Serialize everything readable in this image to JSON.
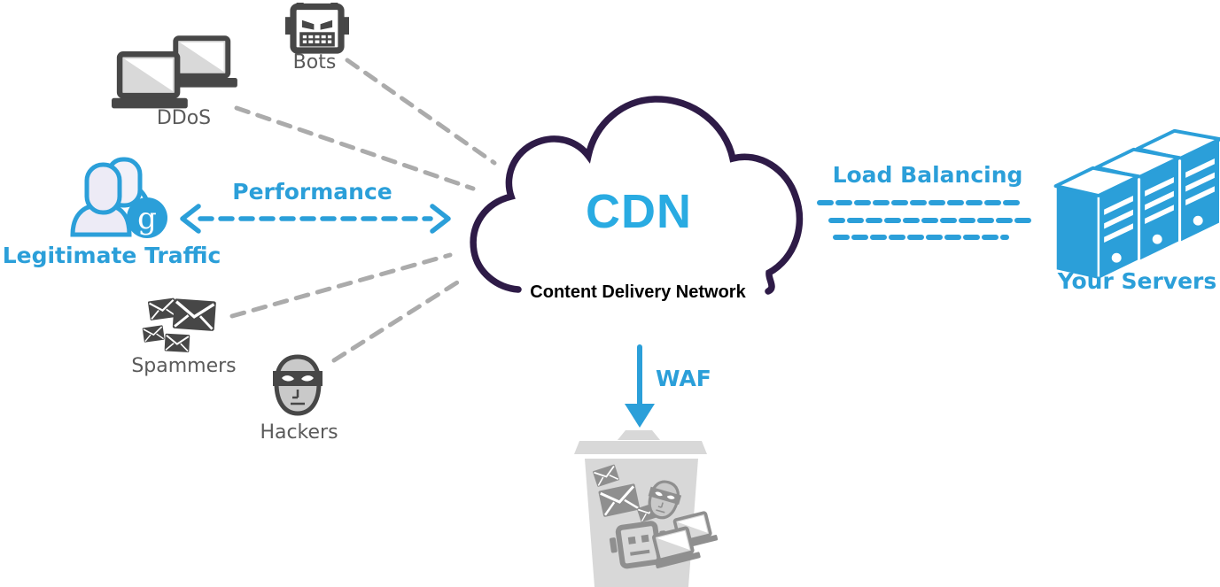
{
  "colors": {
    "accent": "#2B9FD9",
    "cdn_blue": "#29ABE2",
    "cloud_outline": "#2E1B47",
    "dark_icon": "#474747",
    "label_gray": "#5A5A5A",
    "dashed_gray": "#ABABAB",
    "trash_gray": "#D8D8D8",
    "trash_icon": "#8F8F8F",
    "subtitle_black": "#000000"
  },
  "cloud": {
    "title": "CDN",
    "subtitle": "Content Delivery Network",
    "icon": "cloud-icon"
  },
  "threats": {
    "bots": {
      "label": "Bots",
      "icon": "robot-icon"
    },
    "ddos": {
      "label": "DDoS",
      "icon": "laptops-icon"
    },
    "spammers": {
      "label": "Spammers",
      "icon": "envelopes-icon"
    },
    "hackers": {
      "label": "Hackers",
      "icon": "masked-face-icon"
    }
  },
  "legitimate": {
    "label": "Legitimate Traffic",
    "badge_glyph": "g",
    "icon": "users-icon"
  },
  "servers": {
    "label": "Your Servers",
    "icon": "server-stack-icon"
  },
  "edges": {
    "performance": {
      "label": "Performance",
      "style": "dashed-double-arrow"
    },
    "load_balancing": {
      "label": "Load Balancing",
      "style": "triple-dashed-lines"
    },
    "waf": {
      "label": "WAF",
      "style": "solid-down-arrow",
      "target": "trash-can-icon"
    },
    "threat_links": {
      "style": "gray-dashed"
    }
  }
}
